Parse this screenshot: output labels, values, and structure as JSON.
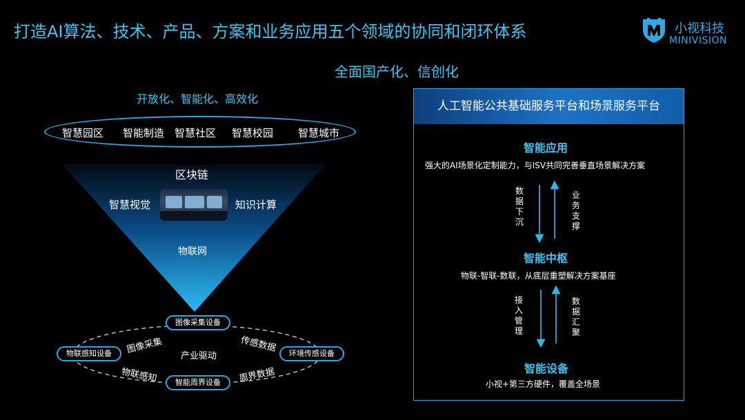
{
  "title": "打造AI算法、技术、产品、方案和业务应用五个领域的协同和闭环体系",
  "logo": {
    "cn": "小视科技",
    "en": "MINIVISION",
    "icon": "minivision-logo-icon"
  },
  "subtitle": "全面国产化、信创化",
  "left": {
    "heading": "开放化、智能化、高效化",
    "scenarios": [
      "智慧园区",
      "智能制造",
      "智慧社区",
      "智慧校园",
      "智慧城市"
    ],
    "triangle": {
      "top": "区块链",
      "left": "智慧视觉",
      "right": "知识计算",
      "bottom": "物联网"
    },
    "devices": {
      "top": "图像采集设备",
      "left": "物联感知设备",
      "right": "环境传感设备",
      "bottom": "智能周界设备"
    },
    "center": "产业驱动",
    "orbit": {
      "tl": "图像采集",
      "tr": "传感数据",
      "bl": "物联感知",
      "br": "周界数据"
    }
  },
  "panel": {
    "header": "人工智能公共基础服务平台和场景服务平台",
    "sections": [
      {
        "title": "智能应用",
        "desc": "强大的AI场景化定制能力，与ISV共同完善垂直场景解决方案"
      },
      {
        "title": "智能中枢",
        "desc": "物联-智联-数联，从底层重塑解决方案基座"
      },
      {
        "title": "智能设备",
        "desc": "小视+第三方硬件，覆盖全场景"
      }
    ],
    "arrows1": {
      "down": "数据下沉",
      "up": "业务支撑"
    },
    "arrows2": {
      "down": "接入管理",
      "up": "数据汇聚"
    }
  },
  "colors": {
    "accent": "#3fc3f0",
    "border": "#2aa8e8",
    "background": "#000000"
  }
}
